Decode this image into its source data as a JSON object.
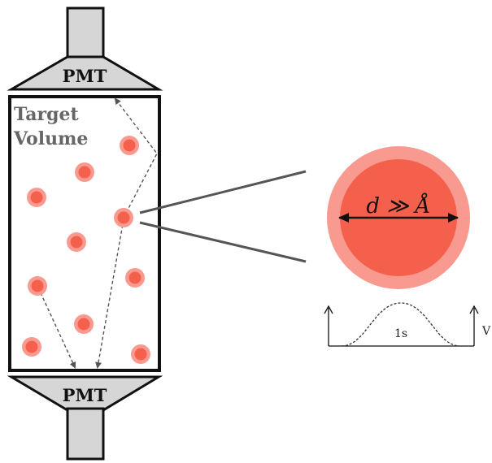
{
  "detector": {
    "top_pmt_label": "PMT",
    "bottom_pmt_label": "PMT",
    "target_volume_line1": "Target",
    "target_volume_line2": "Volume"
  },
  "zoom": {
    "size_relation": "d ≫ Å"
  },
  "pulse": {
    "width_label": "1s",
    "axis_label": "V"
  },
  "colors": {
    "pmt_fill": "#d6d6d6",
    "outline": "#111111",
    "particle_outer": "#f99a90",
    "particle_inner": "#f4604c",
    "zoom_outer": "#f99a90",
    "zoom_inner": "#f4604c",
    "path": "#555555",
    "tv_text": "#666666"
  },
  "icons": {
    "particle": "red-particle-icon",
    "pmt": "photomultiplier-tube-icon"
  }
}
